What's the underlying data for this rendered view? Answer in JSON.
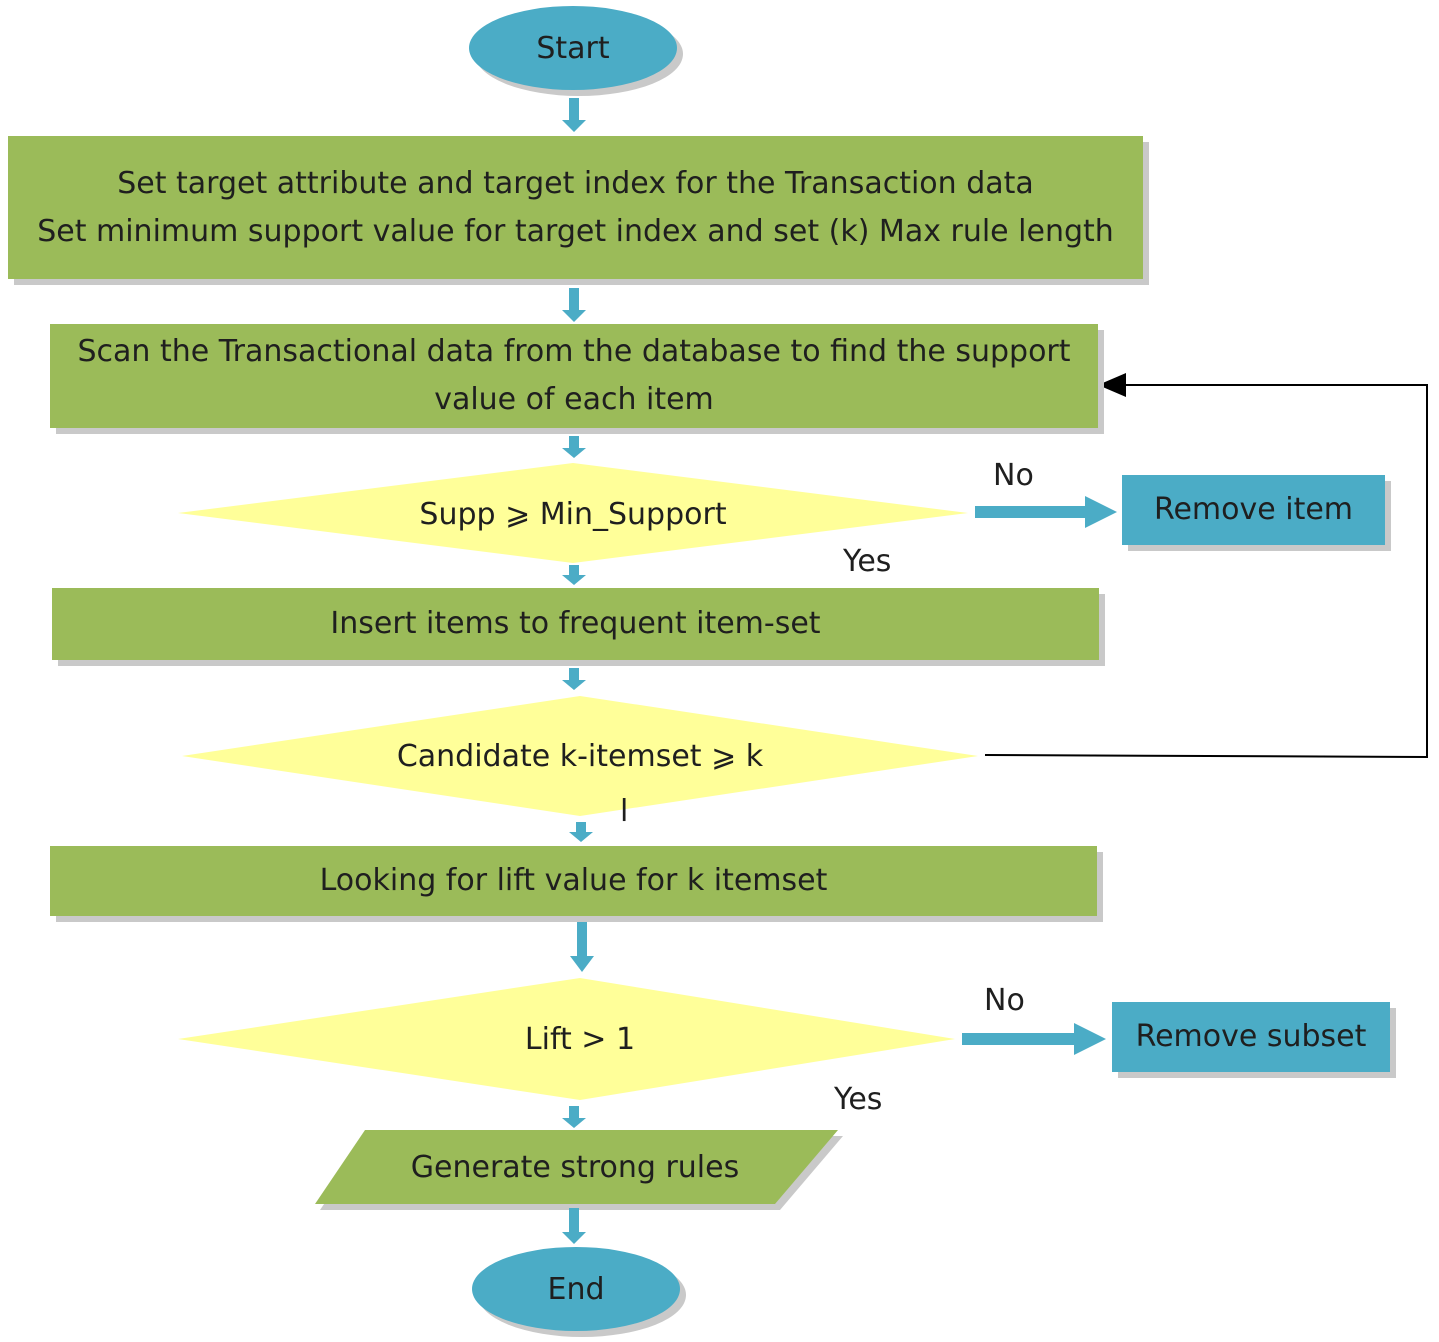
{
  "colors": {
    "process_green": "#9bbb59",
    "terminal_blue": "#4bacc6",
    "decision_yellow": "#ffff99",
    "arrow_blue": "#4bacc6"
  },
  "nodes": {
    "start": "Start",
    "set_target": {
      "line1": "Set target attribute and target index for the Transaction data",
      "line2": "Set minimum support value for target index and set (k) Max rule length"
    },
    "scan": {
      "line1": "Scan the Transactional data from the database to find the support",
      "line2": "value of each item"
    },
    "supp_decision": "Supp ⩾ Min_Support",
    "remove_item": "Remove item",
    "insert_items": "Insert items to frequent item-set",
    "candidate_decision": "Candidate k-itemset ⩾ k",
    "candidate_mark": "l",
    "lift_search": "Looking for lift value for k itemset",
    "lift_decision": "Lift > 1",
    "remove_subset": "Remove subset",
    "generate_rules": "Generate strong rules",
    "end": "End"
  },
  "edge_labels": {
    "supp_no": "No",
    "supp_yes": "Yes",
    "lift_no": "No",
    "lift_yes": "Yes"
  }
}
